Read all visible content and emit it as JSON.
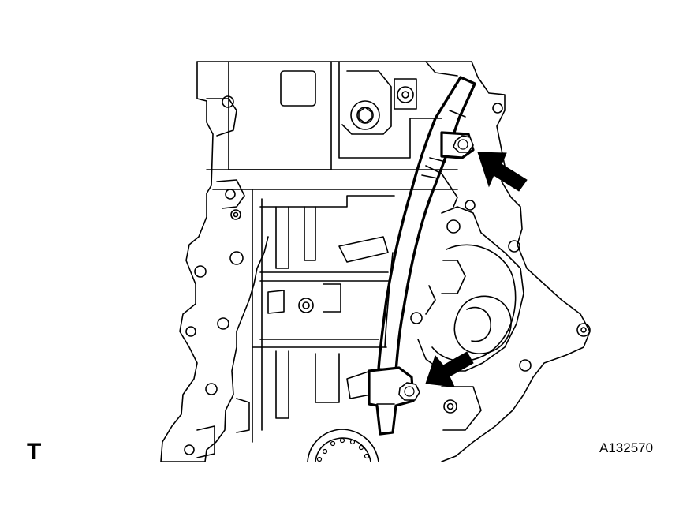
{
  "figure": {
    "view_letter": "T",
    "figure_code": "A132570"
  },
  "colors": {
    "line": "#000000",
    "background": "#ffffff"
  },
  "icons": {
    "arrows": [
      "arrow-upper-bolt",
      "arrow-lower-bolt"
    ],
    "bolts": [
      "upper-bolt-icon",
      "lower-bolt-icon"
    ]
  }
}
